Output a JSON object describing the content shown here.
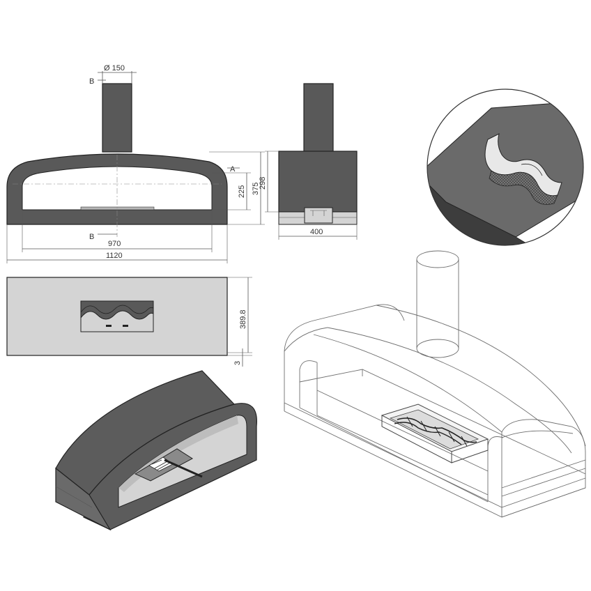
{
  "colors": {
    "dark_body": "#595959",
    "light_face": "#d4d4d4",
    "opening": "#ffffff",
    "line": "#222222",
    "dim_line": "#555555"
  },
  "front_view": {
    "chimney_diameter": "Ø 150",
    "section_mark_top": "B",
    "section_mark_bottom": "B",
    "section_mark_side": "A",
    "opening_height": "225",
    "total_height": "375",
    "inner_width": "970",
    "total_width": "1120"
  },
  "side_view": {
    "height": "298",
    "width": "400"
  },
  "top_view": {
    "depth": "389.8",
    "offset": "3"
  }
}
